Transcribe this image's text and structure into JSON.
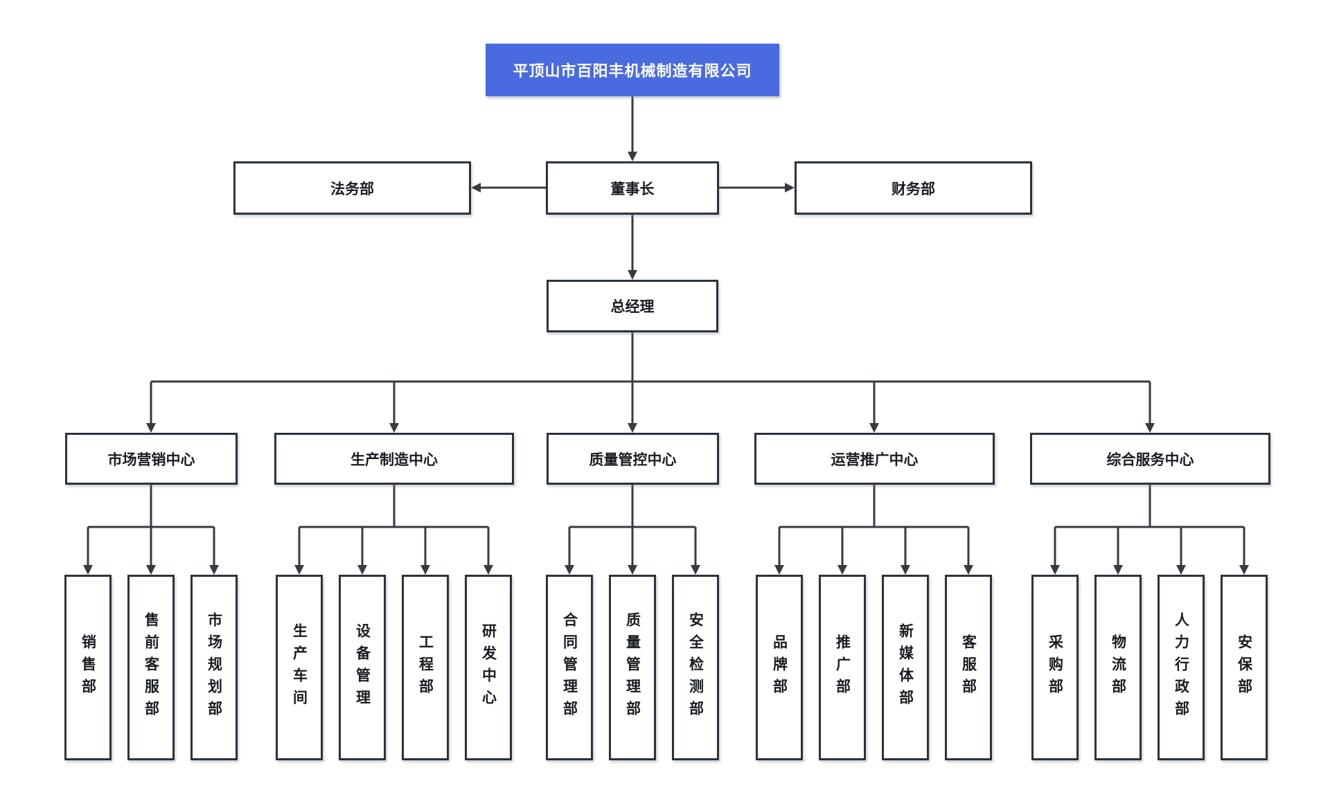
{
  "diagram": {
    "type": "org-chart",
    "company": {
      "label": "平顶山市百阳丰机械制造有限公司"
    },
    "executives": {
      "chairman": "董事长",
      "legal": "法务部",
      "finance": "财务部",
      "general_manager": "总经理"
    },
    "centers": [
      {
        "label": "市场营销中心",
        "departments": [
          "销售部",
          "售前客服部",
          "市场规划部"
        ]
      },
      {
        "label": "生产制造中心",
        "departments": [
          "生产车间",
          "设备管理",
          "工程部",
          "研发中心"
        ]
      },
      {
        "label": "质量管控中心",
        "departments": [
          "合同管理部",
          "质量管理部",
          "安全检测部"
        ]
      },
      {
        "label": "运营推广中心",
        "departments": [
          "品牌部",
          "推广部",
          "新媒体部",
          "客服部"
        ]
      },
      {
        "label": "综合服务中心",
        "departments": [
          "采购部",
          "物流部",
          "人力行政部",
          "安保部"
        ]
      }
    ],
    "colors": {
      "root_bg": "#4a6be0",
      "root_text": "#ffffff",
      "node_border": "#2b323c",
      "node_bg": "#ffffff",
      "line": "#363b41",
      "text": "#181c21"
    }
  }
}
